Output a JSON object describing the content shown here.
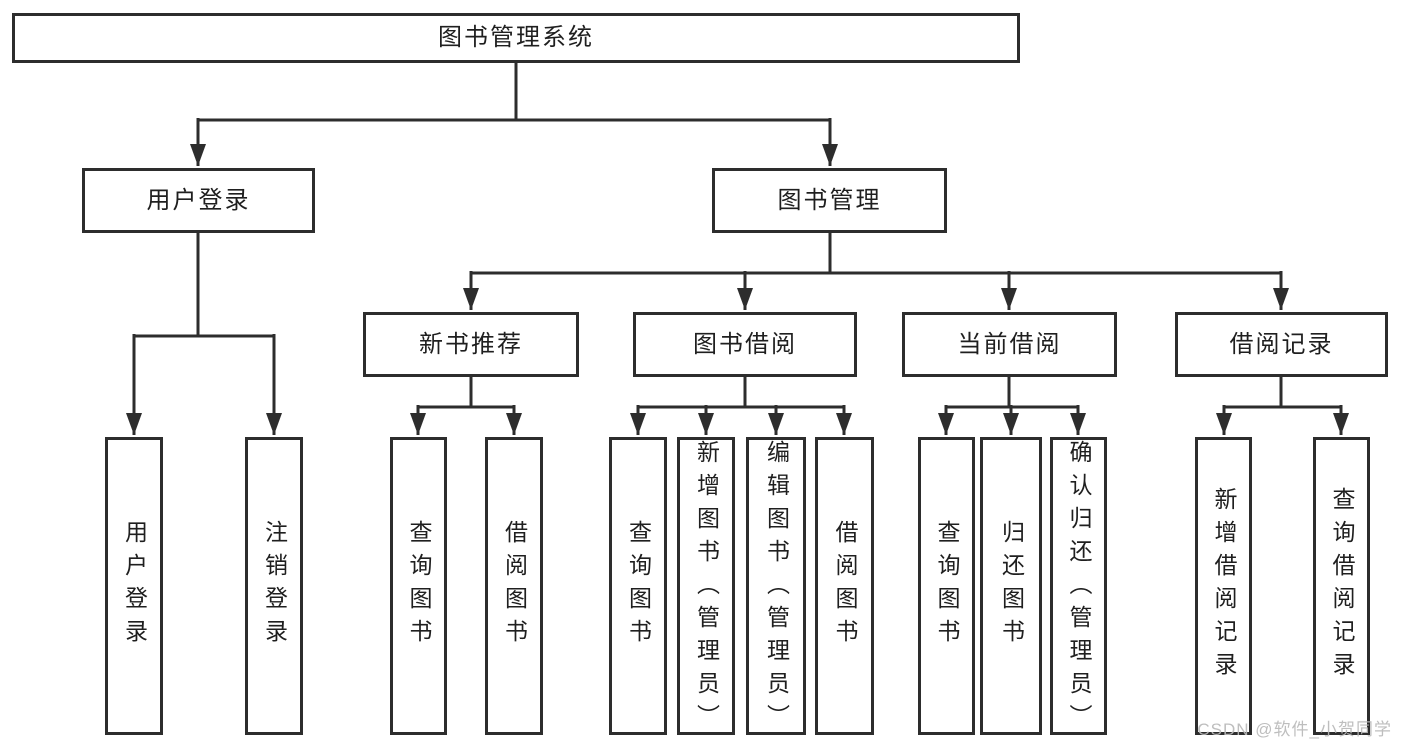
{
  "diagram_title": "图书管理系统",
  "nodes": {
    "root": "图书管理系统",
    "level2": {
      "user_login": "用户登录",
      "book_management": "图书管理"
    },
    "level3": {
      "new_book_recommend": "新书推荐",
      "book_borrowing": "图书借阅",
      "current_borrowing": "当前借阅",
      "borrowing_records": "借阅记录"
    },
    "leaves": {
      "user_login": "用户登录",
      "logout": "注销登录",
      "recommend_query_books": "查询图书",
      "recommend_borrow_books": "借阅图书",
      "borrowing_query_books": "查询图书",
      "borrowing_add_books": "新增图书（管理员）",
      "borrowing_edit_books": "编辑图书（管理员）",
      "borrowing_borrow_books": "借阅图书",
      "current_query_books": "查询图书",
      "current_return_books": "归还图书",
      "current_confirm_return": "确认归还（管理员）",
      "records_add_record": "新增借阅记录",
      "records_query_record": "查询借阅记录"
    }
  },
  "watermark": "CSDN @软件_小贺同学",
  "colors": {
    "line": "#2d2d2d",
    "text": "#1f1f1f",
    "background": "#ffffff",
    "watermark": "#b9b9b9"
  }
}
